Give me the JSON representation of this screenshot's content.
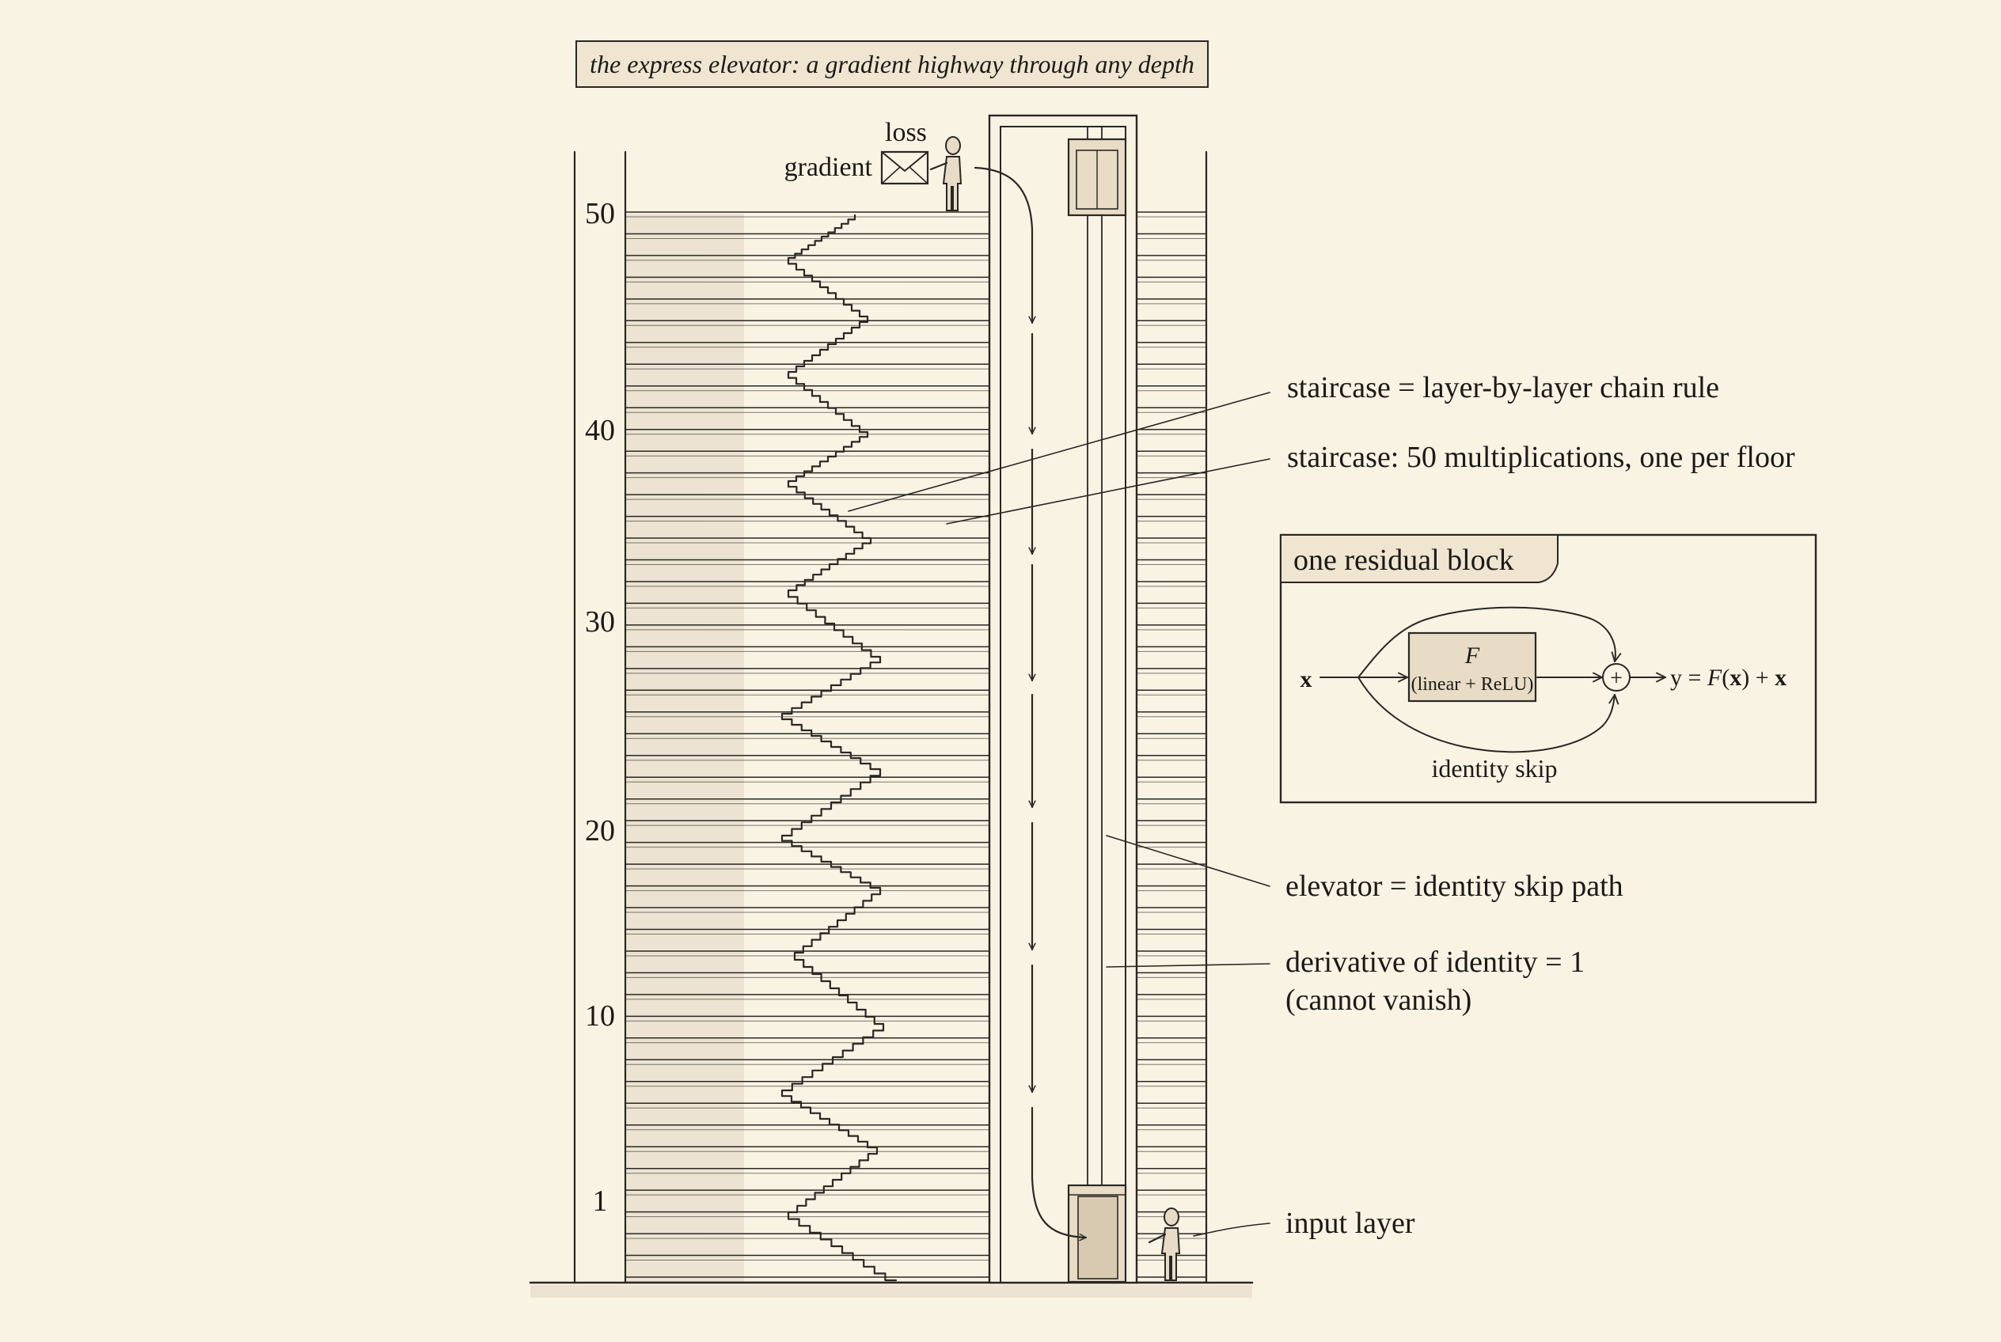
{
  "title": "the express elevator: a gradient highway through any depth",
  "floor_labels": [
    "50",
    "40",
    "30",
    "20",
    "10",
    "1"
  ],
  "top_labels": {
    "loss": "loss",
    "gradient": "gradient"
  },
  "callouts": {
    "staircase_chain_rule": "staircase = layer-by-layer chain rule",
    "staircase_multiplications": "staircase: 50 multiplications, one per floor",
    "elevator_identity": "elevator = identity skip path",
    "derivative_line1": "derivative of identity = 1",
    "derivative_line2": "(cannot vanish)",
    "input_layer": "input layer"
  },
  "residual_block": {
    "title": "one residual block",
    "input": "x",
    "function_name": "F",
    "function_desc": "(linear + ReLU)",
    "plus": "+",
    "output_prefix": "y = ",
    "output_f": "F",
    "output_paren_open": "(",
    "output_x": "x",
    "output_paren_close": ")",
    "output_plus": " + ",
    "output_x2": "x",
    "skip_label": "identity skip"
  },
  "colors": {
    "background": "#f9f3e4",
    "ink": "#2a2723",
    "title_box": "#efe5d0",
    "f_box": "#e8dcc6",
    "wash": "#e2d6c2"
  }
}
